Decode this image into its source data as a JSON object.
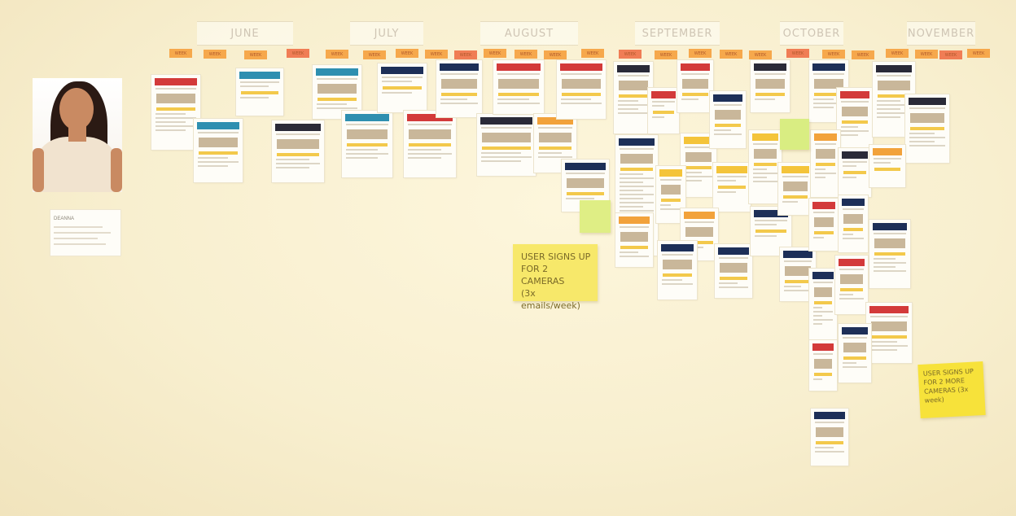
{
  "scene": {
    "description_free": true,
    "months": [
      "JUNE",
      "JULY",
      "AUGUST",
      "SEPTEMBER",
      "OCTOBER",
      "NOVEMBER"
    ],
    "week_label": "WEEK",
    "persona": {
      "name": "DEANNA"
    },
    "notes": [
      {
        "text": "USER SIGNS UP\nFOR 2 CAMERAS\n(3x emails/week)",
        "color": "#f7e86a"
      },
      {
        "text": "USER SIGNS UP\nFOR 2 MORE\nCAMERAS (3x\nweek)",
        "color": "#f7e23a"
      }
    ],
    "colors": {
      "wall": "#fbf3d6",
      "week_tag": "#f6a84c",
      "sticky_yellow": "#f7e86a",
      "sticky_green": "#d7ec7a",
      "email_navy": "#1d2f58",
      "email_red": "#d33a3a",
      "email_orange": "#f2a23b"
    }
  }
}
